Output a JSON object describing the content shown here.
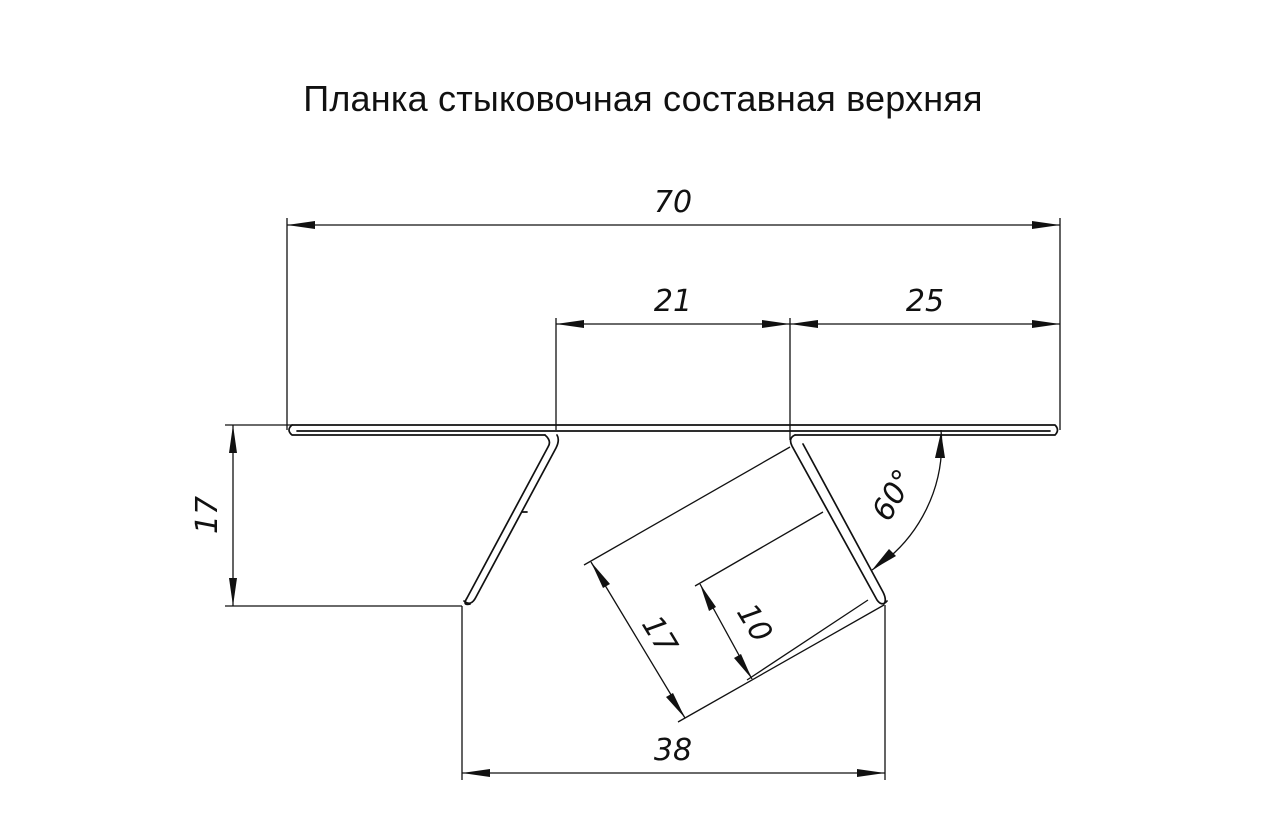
{
  "title": "Планка стыковочная составная верхняя",
  "dimensions": {
    "overall_width": "70",
    "middle_span": "21",
    "right_span": "25",
    "left_depth": "17",
    "slanted_length": "17",
    "inner_length": "10",
    "bottom_span": "38",
    "angle": "60°"
  }
}
